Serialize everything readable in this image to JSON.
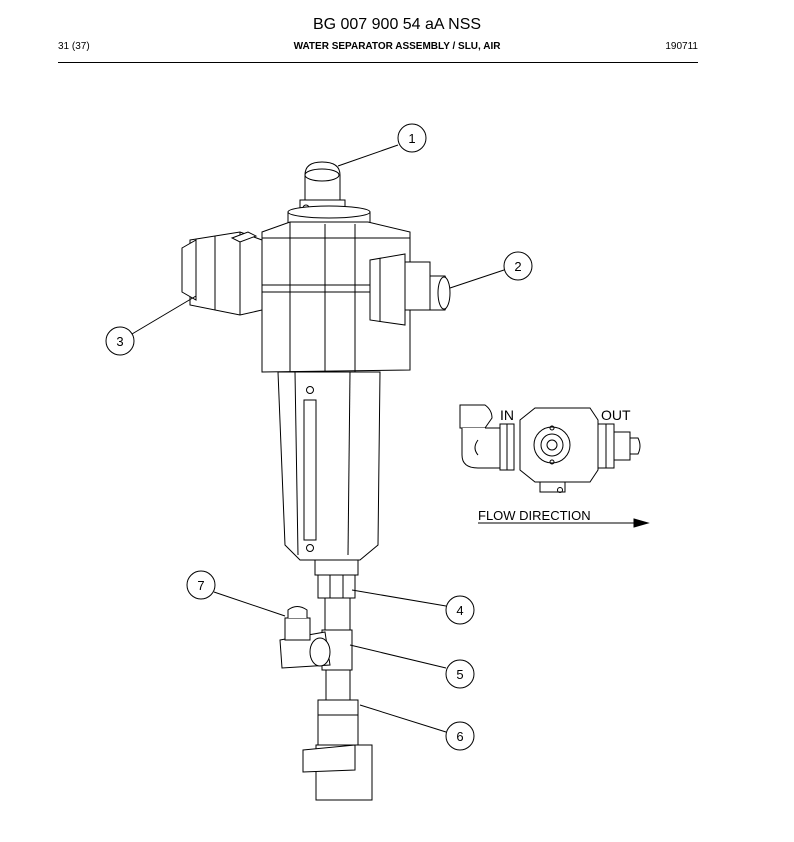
{
  "header": {
    "doc_title": "BG 007 900 54 aA NSS",
    "page": "31 (37)",
    "assembly_title": "WATER SEPARATOR ASSEMBLY / SLU, AIR",
    "date_code": "190711"
  },
  "callouts": [
    {
      "label": "1"
    },
    {
      "label": "2"
    },
    {
      "label": "3"
    },
    {
      "label": "4"
    },
    {
      "label": "5"
    },
    {
      "label": "6"
    },
    {
      "label": "7"
    }
  ],
  "detail_view": {
    "in_label": "IN",
    "out_label": "OUT",
    "flow_label": "FLOW DIRECTION"
  }
}
